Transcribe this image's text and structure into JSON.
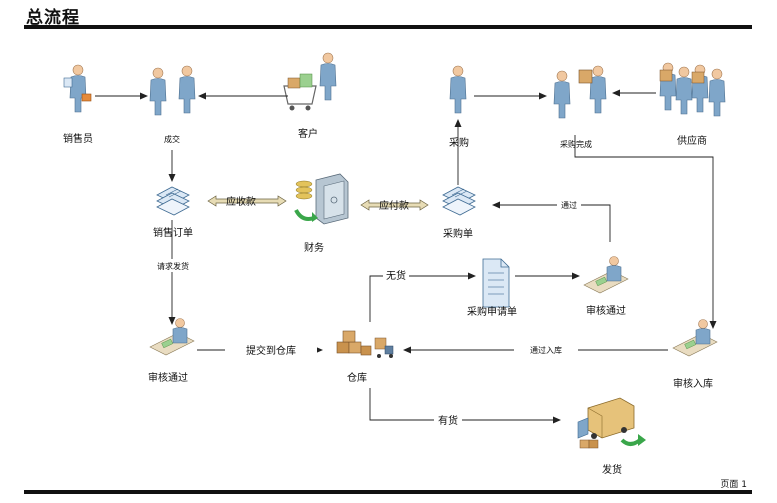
{
  "title": "总流程",
  "page_label": "页面 1",
  "nodes": {
    "salesperson": "销售员",
    "deal": "成交",
    "customer": "客户",
    "sales_order": "销售订单",
    "finance": "财务",
    "purchase_order": "采购单",
    "purchase": "采购",
    "purchase_done": "采购完成",
    "supplier": "供应商",
    "purchase_request": "采购申请单",
    "approved_purchase": "审核通过",
    "approved_sales": "审核通过",
    "warehouse": "仓库",
    "approve_stock_in": "审核入库",
    "ship": "发货"
  },
  "edges": {
    "receivable": "应收款",
    "payable": "应付款",
    "request_shipment": "请求发货",
    "out_of_stock": "无货",
    "pass": "通过",
    "submit_to_warehouse": "提交到仓库",
    "pass_stock_in": "通过入库",
    "in_stock": "有货"
  },
  "colors": {
    "figure_body": "#7fa6c9",
    "figure_head": "#f1c8a0",
    "doc_fill": "#dbe8f5",
    "arrow": "#222222",
    "box": "#c9924d",
    "safe": "#b7c6d2",
    "green": "#3aa64a"
  }
}
